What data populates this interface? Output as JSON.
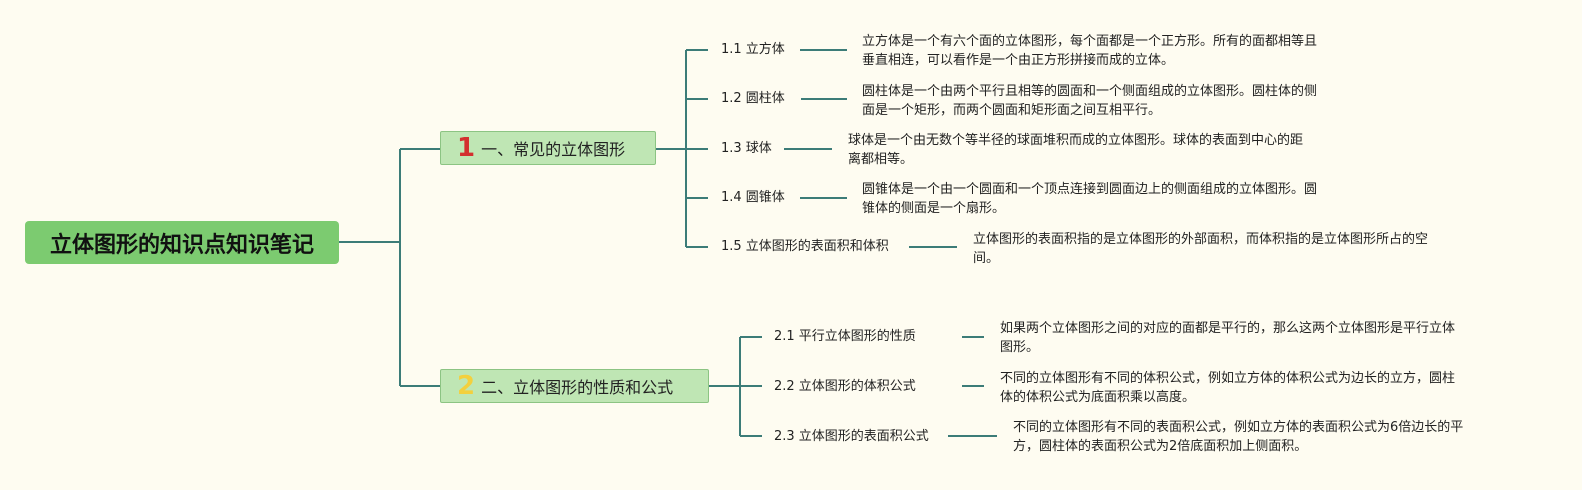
{
  "root": {
    "title": "立体图形的知识点知识笔记"
  },
  "colors": {
    "background": "#fefcf1",
    "root_fill": "#7ccb70",
    "branch_fill": "#bfe6b4",
    "line": "#3c7c78",
    "num1": "#d32f2f",
    "num2": "#f3d03e"
  },
  "branches": [
    {
      "num": "1",
      "title": "一、常见的立体图形",
      "items": [
        {
          "title": "1.1 立方体",
          "desc": [
            "立方体是一个有六个面的立体图形，每个面都是一个正方形。所有的面都相等且",
            "垂直相连，可以看作是一个由正方形拼接而成的立体。"
          ]
        },
        {
          "title": "1.2 圆柱体",
          "desc": [
            "圆柱体是一个由两个平行且相等的圆面和一个侧面组成的立体图形。圆柱体的侧",
            "面是一个矩形，而两个圆面和矩形面之间互相平行。"
          ]
        },
        {
          "title": "1.3 球体",
          "desc": [
            "球体是一个由无数个等半径的球面堆积而成的立体图形。球体的表面到中心的距",
            "离都相等。"
          ]
        },
        {
          "title": "1.4 圆锥体",
          "desc": [
            "圆锥体是一个由一个圆面和一个顶点连接到圆面边上的侧面组成的立体图形。圆",
            "锥体的侧面是一个扇形。"
          ]
        },
        {
          "title": "1.5 立体图形的表面积和体积",
          "desc": [
            "立体图形的表面积指的是立体图形的外部面积，而体积指的是立体图形所占的空",
            "间。"
          ]
        }
      ]
    },
    {
      "num": "2",
      "title": "二、立体图形的性质和公式",
      "items": [
        {
          "title": "2.1 平行立体图形的性质",
          "desc": [
            "如果两个立体图形之间的对应的面都是平行的，那么这两个立体图形是平行立体",
            "图形。"
          ]
        },
        {
          "title": "2.2 立体图形的体积公式",
          "desc": [
            "不同的立体图形有不同的体积公式，例如立方体的体积公式为边长的立方，圆柱",
            "体的体积公式为底面积乘以高度。"
          ]
        },
        {
          "title": "2.3 立体图形的表面积公式",
          "desc": [
            "不同的立体图形有不同的表面积公式，例如立方体的表面积公式为6倍边长的平",
            "方，圆柱体的表面积公式为2倍底面积加上侧面积。"
          ]
        }
      ]
    }
  ]
}
